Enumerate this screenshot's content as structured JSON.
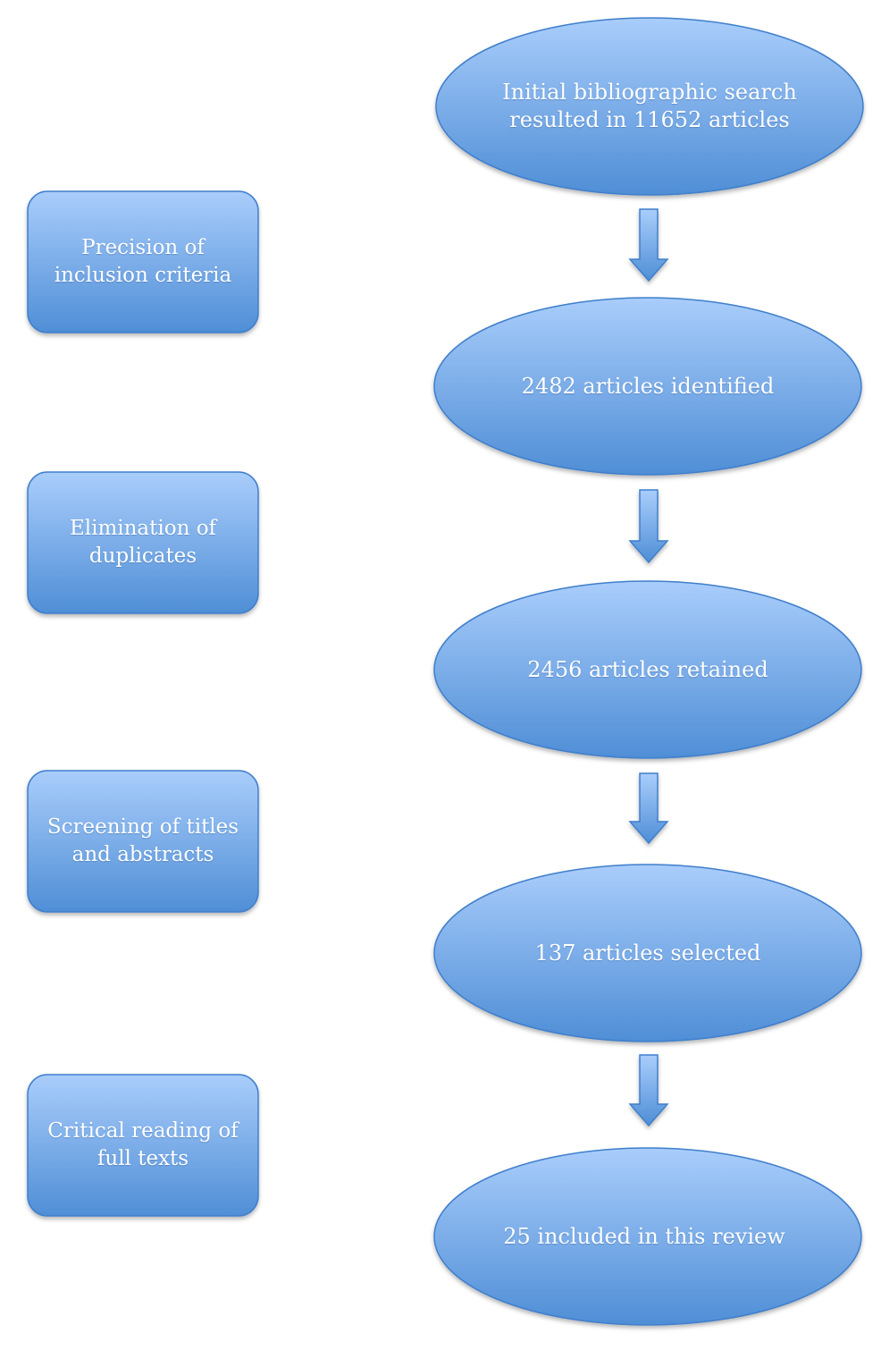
{
  "diagram": {
    "steps": [
      {
        "label": "Initial bibliographic search\nresulted in 11652 articles"
      },
      {
        "label": "2482 articles identified"
      },
      {
        "label": "2456 articles retained"
      },
      {
        "label": "137 articles selected"
      },
      {
        "label": "25 included in this review"
      }
    ],
    "actions": [
      {
        "label": "Precision of\ninclusion criteria"
      },
      {
        "label": "Elimination of\nduplicates"
      },
      {
        "label": "Screening of titles\nand abstracts"
      },
      {
        "label": "Critical reading of\nfull texts"
      }
    ],
    "colors": {
      "fill_top": "#a9cdfb",
      "fill_bottom": "#4f8ed6",
      "stroke": "#3f7fcc"
    }
  }
}
